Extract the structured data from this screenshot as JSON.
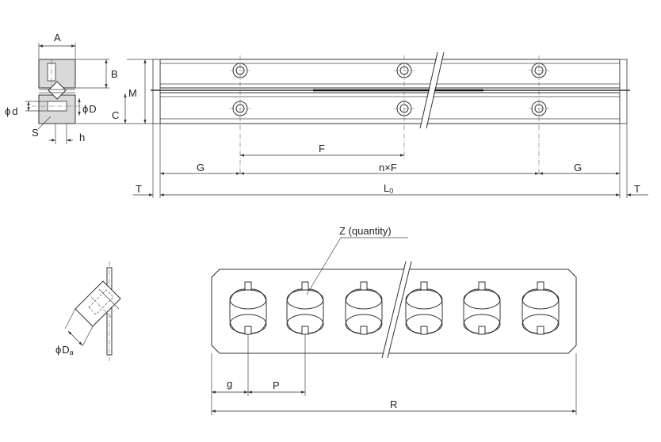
{
  "labels": {
    "A": "A",
    "B": "B",
    "C": "C",
    "M": "M",
    "d_sym": "ϕ",
    "d": "d",
    "D_sym": "ϕ",
    "D": "D",
    "S": "S",
    "h": "h",
    "F": "F",
    "nF": "n×F",
    "G_left": "G",
    "G_right": "G",
    "T_left": "T",
    "T_right": "T",
    "L": "L",
    "L_sub": "0",
    "Z": "Z (quantity)",
    "Da_sym": "ϕ",
    "Da": "D",
    "Da_sub": "a",
    "g": "g",
    "P": "P",
    "R": "R"
  }
}
